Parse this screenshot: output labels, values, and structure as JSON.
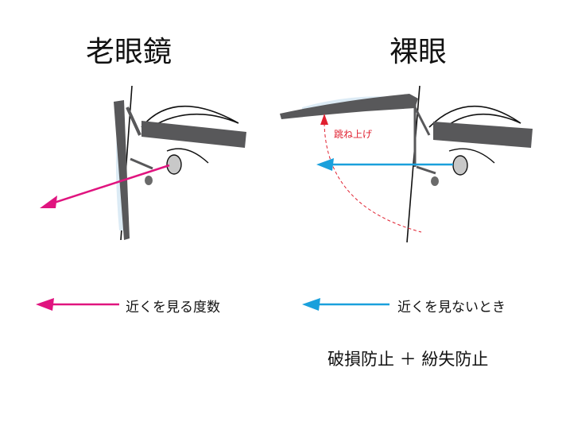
{
  "titles": {
    "left": "老眼鏡",
    "right": "裸眼"
  },
  "flip_label": "跳ね上げ",
  "legend": {
    "near_label": "近くを見る度数",
    "naked_label": "近くを見ないとき"
  },
  "benefit": "破損防止 ＋ 紛失防止",
  "colors": {
    "near": "#e0147f",
    "naked": "#1aa0dc",
    "flip": "#e02030",
    "frame": "#58585a"
  }
}
